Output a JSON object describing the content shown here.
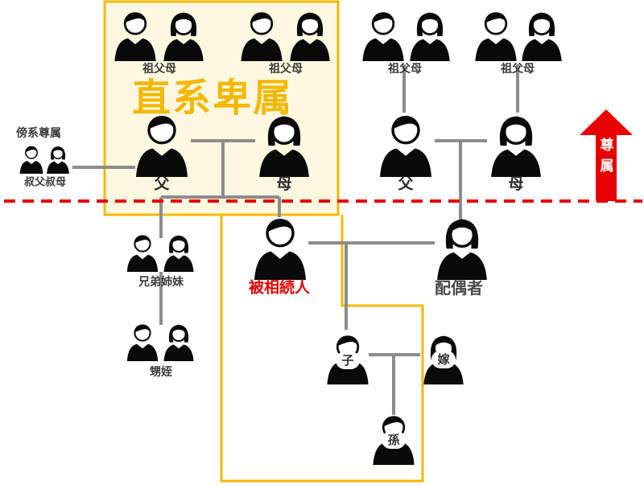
{
  "diagram": {
    "title": "直系卑属",
    "collateral_label": "傍系尊属",
    "ascendants_label": "尊属",
    "labels": {
      "grandparents_paternal": "祖父母",
      "grandparents_maternal": "祖父母",
      "grandparents_spouse_1": "祖父母",
      "grandparents_spouse_2": "祖父母",
      "father": "父",
      "mother": "母",
      "spouse_father": "父",
      "spouse_mother": "母",
      "uncle_aunt": "叔父叔母",
      "siblings": "兄弟姉妹",
      "nephew_niece": "甥姪",
      "decedent": "被相続人",
      "spouse": "配偶者",
      "child": "子",
      "child_spouse": "嫁",
      "grandchild": "孫"
    },
    "colors": {
      "highlight": "#f5b800",
      "highlight_fill": "#fff8e1",
      "decedent_text": "#e60000",
      "arrow": "#e60000",
      "line": "#8c8c8c",
      "person": "#0a0a0a"
    }
  }
}
